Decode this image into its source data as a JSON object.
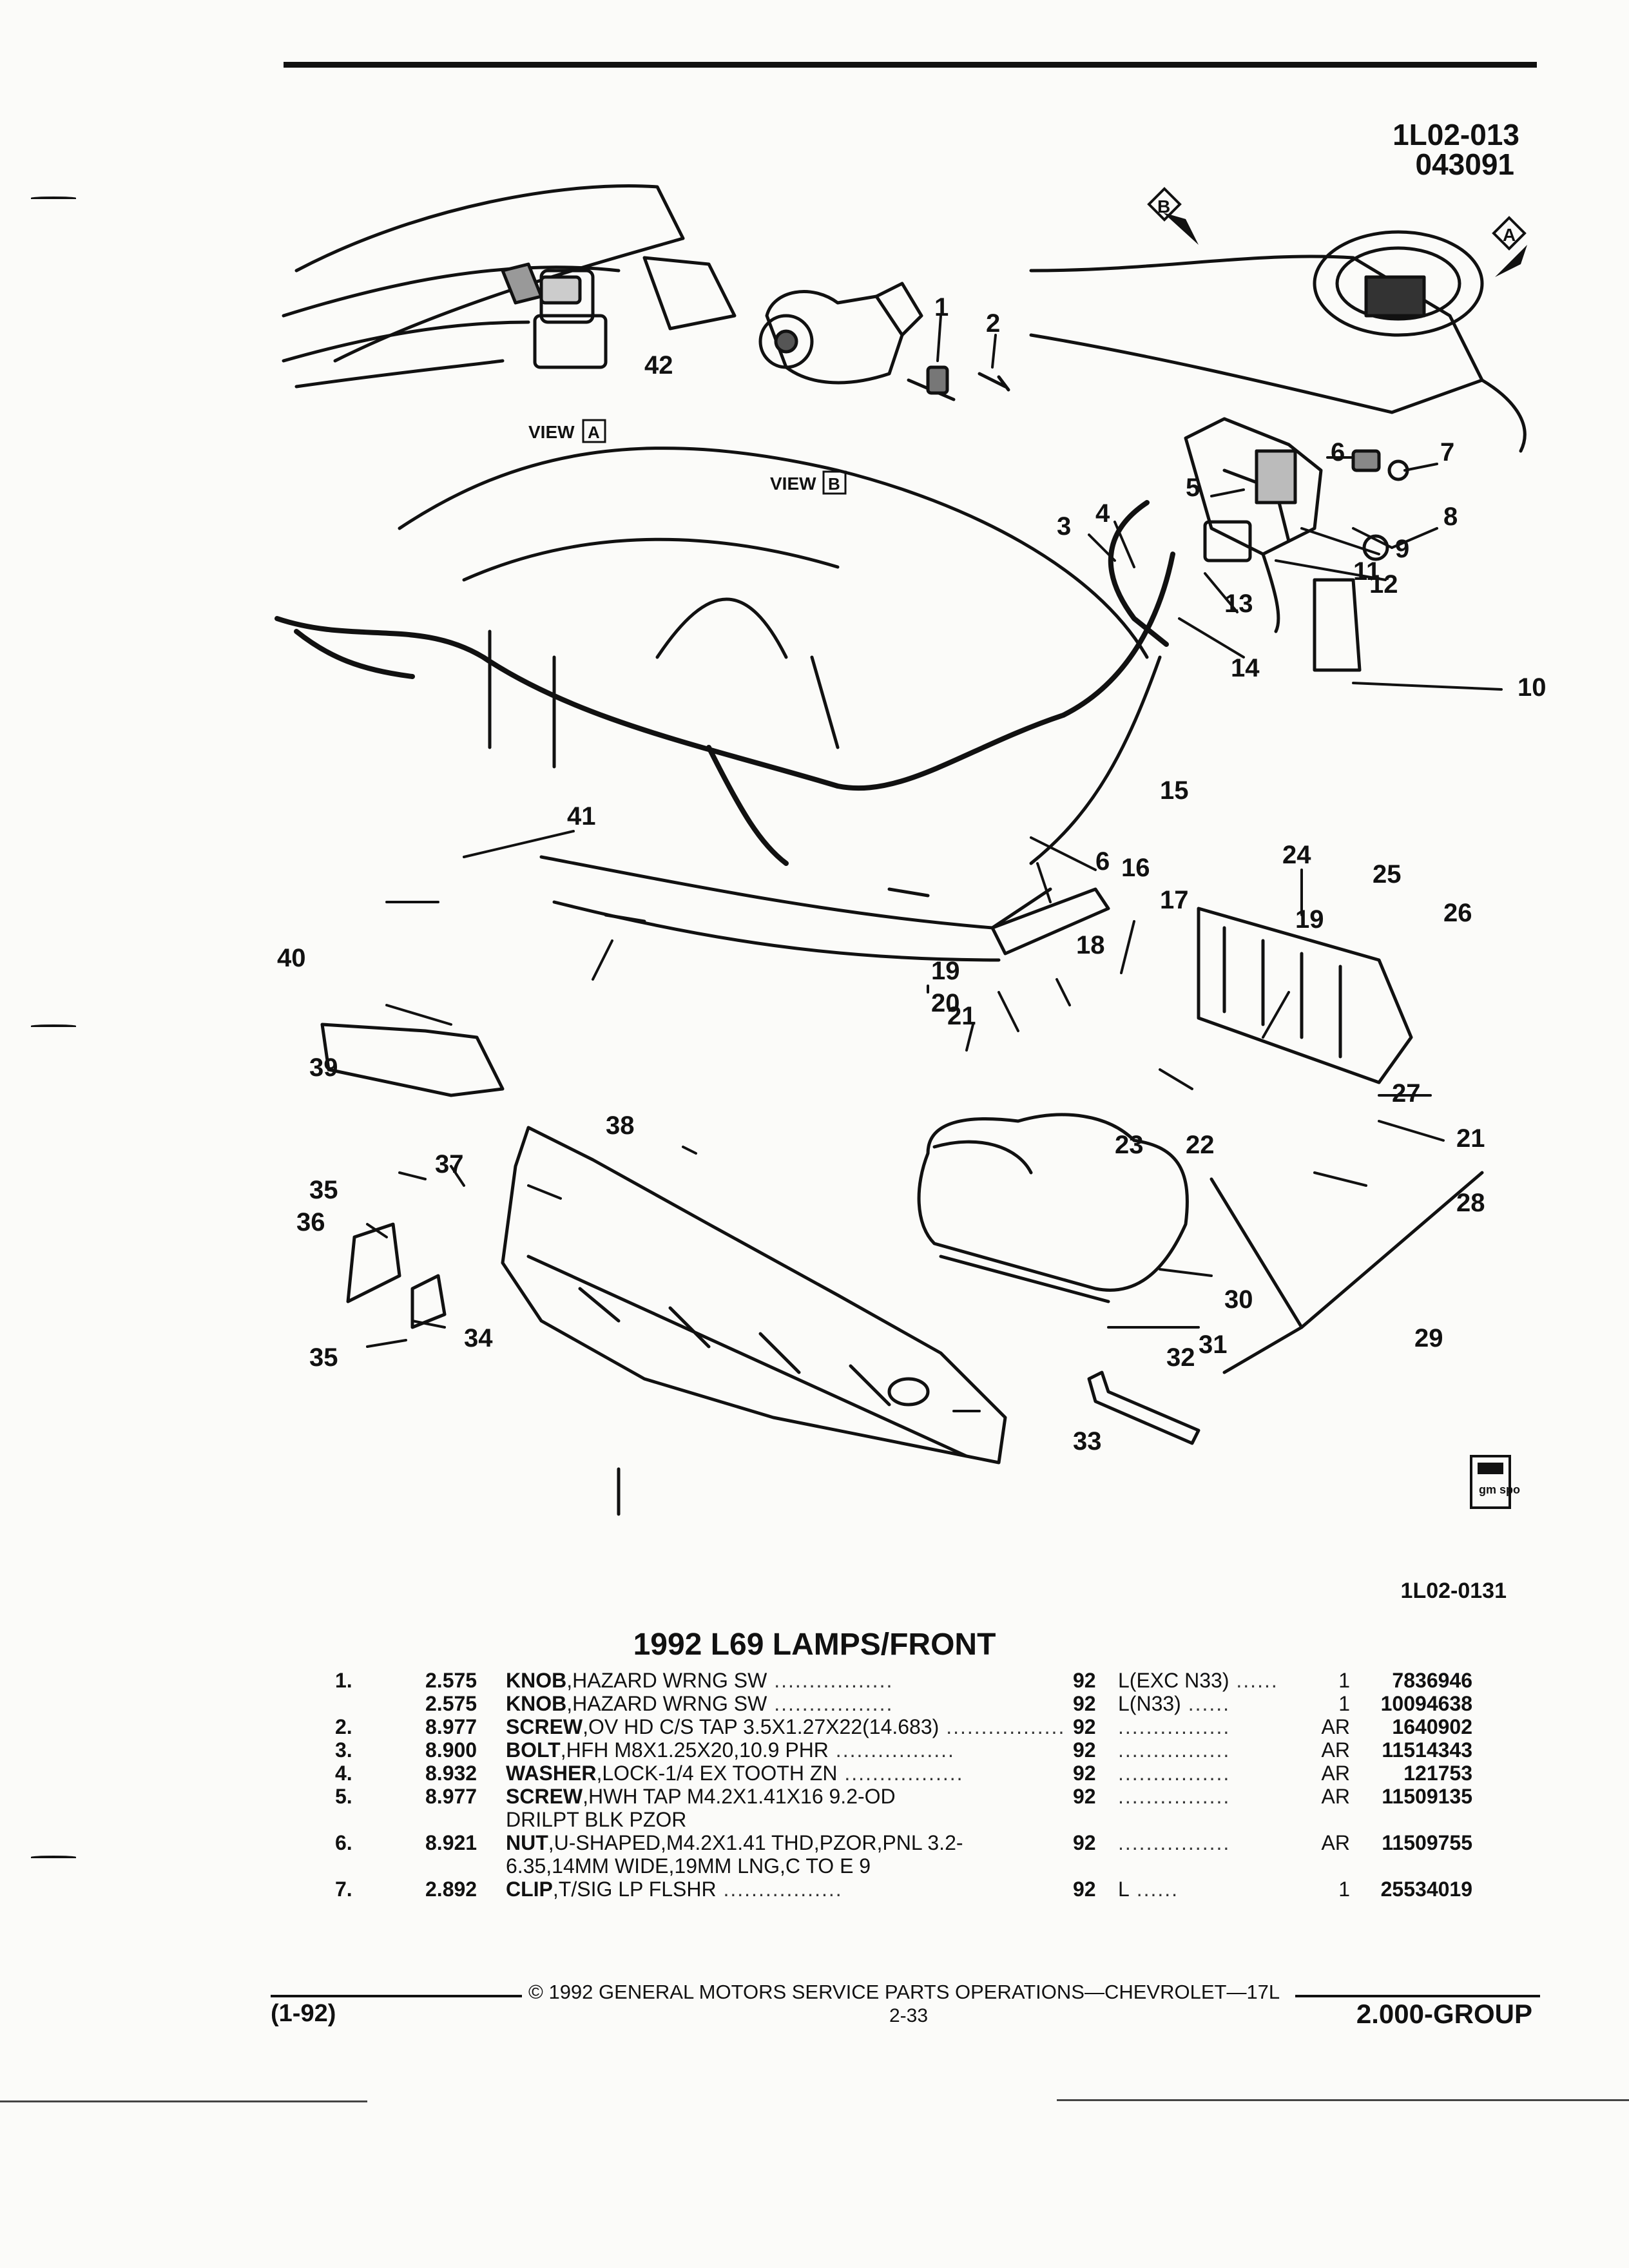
{
  "header": {
    "illustration_code": "1L02-013",
    "illustration_date": "043091"
  },
  "diagram": {
    "view_a_label": "VIEW",
    "view_a_box": "A",
    "view_b_label": "VIEW",
    "view_b_box": "B",
    "arrow_a": "A",
    "arrow_b": "B",
    "callouts": [
      "1",
      "2",
      "3",
      "4",
      "5",
      "6",
      "7",
      "8",
      "9",
      "10",
      "11",
      "12",
      "13",
      "14",
      "15",
      "16",
      "17",
      "18",
      "19",
      "19",
      "20",
      "21",
      "21",
      "22",
      "23",
      "24",
      "25",
      "26",
      "27",
      "28",
      "29",
      "30",
      "31",
      "32",
      "33",
      "34",
      "35",
      "35",
      "36",
      "37",
      "38",
      "39",
      "40",
      "41",
      "42",
      "6"
    ],
    "badge_text": "gm spo",
    "figure_code": "1L02-0131"
  },
  "title": "1992 L69 LAMPS/FRONT",
  "parts": [
    {
      "ref": "1.",
      "code": "2.575",
      "name": "KNOB",
      "desc": ",HAZARD WRNG SW",
      "desc2": "",
      "year": "92",
      "note": "L(EXC N33)",
      "qty": "1",
      "pn": "7836946"
    },
    {
      "ref": "",
      "code": "2.575",
      "name": "KNOB",
      "desc": ",HAZARD WRNG SW",
      "desc2": "",
      "year": "92",
      "note": "L(N33)",
      "qty": "1",
      "pn": "10094638"
    },
    {
      "ref": "2.",
      "code": "8.977",
      "name": "SCREW",
      "desc": ",OV HD C/S TAP 3.5X1.27X22(14.683)",
      "desc2": "",
      "year": "92",
      "note": "",
      "qty": "AR",
      "pn": "1640902"
    },
    {
      "ref": "3.",
      "code": "8.900",
      "name": "BOLT",
      "desc": ",HFH M8X1.25X20,10.9 PHR",
      "desc2": "",
      "year": "92",
      "note": "",
      "qty": "AR",
      "pn": "11514343"
    },
    {
      "ref": "4.",
      "code": "8.932",
      "name": "WASHER",
      "desc": ",LOCK-1/4 EX TOOTH ZN",
      "desc2": "",
      "year": "92",
      "note": "",
      "qty": "AR",
      "pn": "121753"
    },
    {
      "ref": "5.",
      "code": "8.977",
      "name": "SCREW",
      "desc": ",HWH TAP M4.2X1.41X16 9.2-OD",
      "desc2": "DRILPT BLK PZOR",
      "year": "92",
      "note": "",
      "qty": "AR",
      "pn": "11509135"
    },
    {
      "ref": "6.",
      "code": "8.921",
      "name": "NUT",
      "desc": ",U-SHAPED,M4.2X1.41 THD,PZOR,PNL 3.2-",
      "desc2": "6.35,14MM WIDE,19MM LNG,C TO E 9",
      "year": "92",
      "note": "",
      "qty": "AR",
      "pn": "11509755"
    },
    {
      "ref": "7.",
      "code": "2.892",
      "name": "CLIP",
      "desc": ",T/SIG LP FLSHR",
      "desc2": "",
      "year": "92",
      "note": "L",
      "qty": "1",
      "pn": "25534019"
    }
  ],
  "footer": {
    "copyright": "© 1992 GENERAL MOTORS SERVICE PARTS OPERATIONS—CHEVROLET—17L",
    "page": "2-33",
    "revision": "(1-92)",
    "group": "2.000-GROUP"
  }
}
